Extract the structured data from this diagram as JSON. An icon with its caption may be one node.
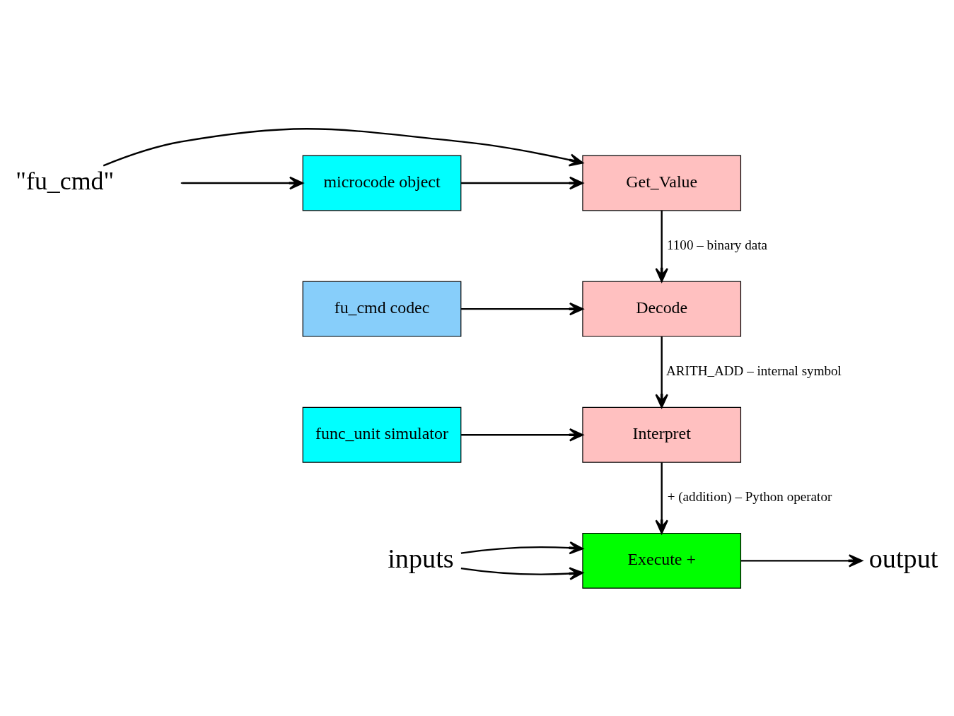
{
  "diagram": {
    "nodes": [
      {
        "text": [
          "microcode object"
        ]
      },
      {
        "text": [
          "Get_Value"
        ]
      },
      {
        "text": [
          "\"fu_cmd\""
        ]
      },
      {
        "text": [
          "fu_cmd codec"
        ]
      },
      {
        "text": [
          "Decode"
        ]
      },
      {
        "text": [
          "func_unit simulator"
        ]
      },
      {
        "text": [
          "Interpret"
        ]
      },
      {
        "text": [
          "inputs"
        ]
      },
      {
        "text": [
          "Execute +"
        ]
      },
      {
        "text": [
          "output"
        ]
      }
    ],
    "edges": [
      {
        "from": null,
        "to": 0,
        "arrow": "to"
      },
      {
        "from": 0,
        "to": 1,
        "arrow": "to"
      },
      {
        "from": 2,
        "to": 1,
        "arrow": "to"
      },
      {
        "from": 1,
        "to": 4,
        "arrow": "to",
        "label": "1100 – binary data"
      },
      {
        "from": 3,
        "to": 4,
        "arrow": "to"
      },
      {
        "from": 4,
        "to": 6,
        "arrow": "to",
        "label": "ARITH_ADD – internal symbol"
      },
      {
        "from": 5,
        "to": 6,
        "arrow": "to"
      },
      {
        "from": 6,
        "to": 8,
        "arrow": "to",
        "label": "+ (addition) – Python operator"
      },
      {
        "from": 7,
        "to": 8,
        "arrow": "to"
      },
      {
        "from": 7,
        "to": 8,
        "arrow": "to"
      },
      {
        "from": 8,
        "to": 9,
        "arrow": "to"
      }
    ]
  }
}
